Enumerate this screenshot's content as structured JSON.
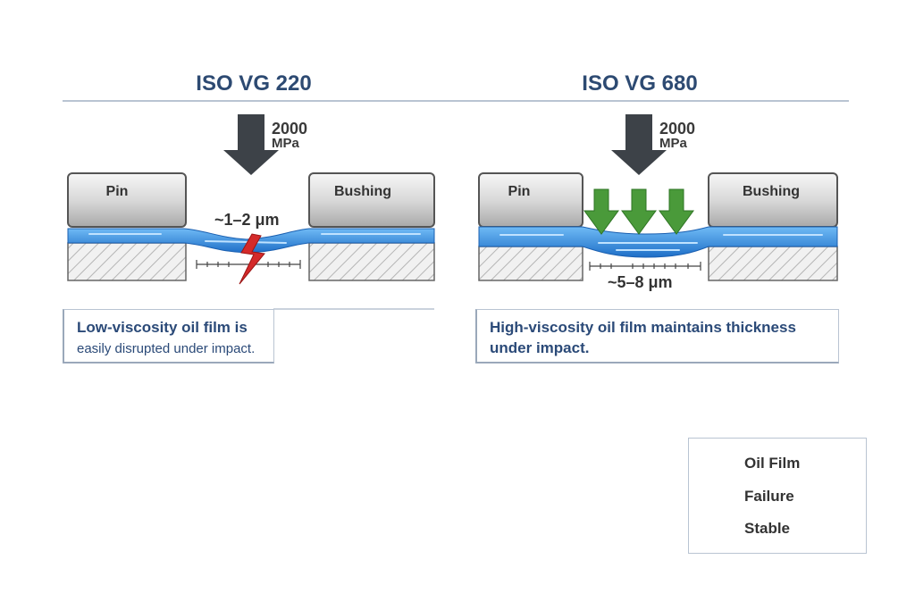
{
  "panels": [
    {
      "title": "ISO VG 220",
      "pressure_value": "2000",
      "pressure_unit": "MPa",
      "left_block": "Pin",
      "right_block": "Bushing",
      "film_thickness": "~1–2 μm",
      "caption_line1": "Low-viscosity oil film is",
      "caption_line2": "easily disrupted under impact."
    },
    {
      "title": "ISO VG 680",
      "pressure_value": "2000",
      "pressure_unit": "MPa",
      "left_block": "Pin",
      "right_block": "Bushing",
      "film_thickness": "~5–8 μm",
      "caption_line1": "High-viscosity oil film maintains thickness",
      "caption_line2": "under impact."
    }
  ],
  "legend": {
    "items": [
      {
        "label": "Oil Film",
        "icon": "oil-film-swatch-icon"
      },
      {
        "label": "Failure",
        "icon": "failure-lightning-icon"
      },
      {
        "label": "Stable",
        "icon": "check-mark-icon"
      }
    ]
  },
  "colors": {
    "title": "#2d4a72",
    "oil": "#2f8fe0",
    "failure": "#d42a2a",
    "stable": "#4a9a3a",
    "arrow": "#3d4248"
  }
}
